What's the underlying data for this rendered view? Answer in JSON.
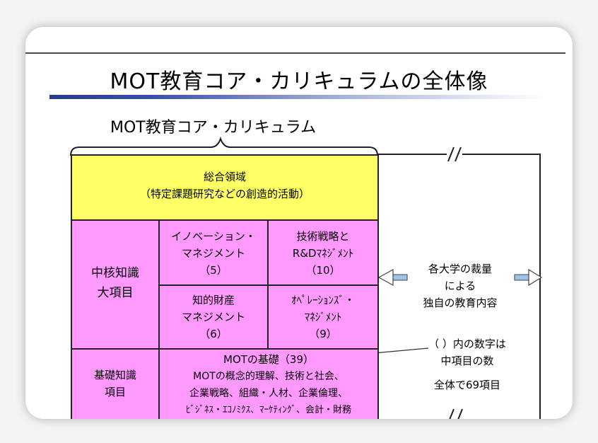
{
  "title": "MOT教育コア・カリキュラムの全体像",
  "subtitle": "MOT教育コア・カリキュラム",
  "general": {
    "heading": "総合領域",
    "sub": "（特定課題研究などの創造的活動）"
  },
  "core": {
    "label_line1": "中核知識",
    "label_line2": "大項目",
    "cells": [
      {
        "line1": "イノベーション・",
        "line2": "マネジメント",
        "count": "（5）"
      },
      {
        "line1": "技術戦略と",
        "line2": "R&Dﾏﾈｼﾞﾒﾝﾄ",
        "count": "（10）"
      },
      {
        "line1": "知的財産",
        "line2": "マネジメント",
        "count": "（6）"
      },
      {
        "line1": "ｵﾍﾟﾚｰｼｮﾝｽﾞ・",
        "line2": "ﾏﾈｼﾞﾒﾝﾄ",
        "count": "（9）"
      }
    ]
  },
  "basic": {
    "label_line1": "基礎知識",
    "label_line2": "項目",
    "heading": "MOTの基礎（39）",
    "lines": [
      "MOTの概念的理解、技術と社会、",
      "企業戦略、組織・人材、企業倫理、",
      "ﾋﾞｼﾞﾈｽ・ｴｺﾉﾐｸｽ、ﾏｰｹﾃｨﾝｸﾞ、会計・財務"
    ]
  },
  "right": {
    "line1": "各大学の裁量",
    "line2": "による",
    "line3": "独自の教育内容"
  },
  "note": {
    "line1": "（ ）内の数字は",
    "line2": "中項目の数",
    "total": "全体で69項目"
  }
}
